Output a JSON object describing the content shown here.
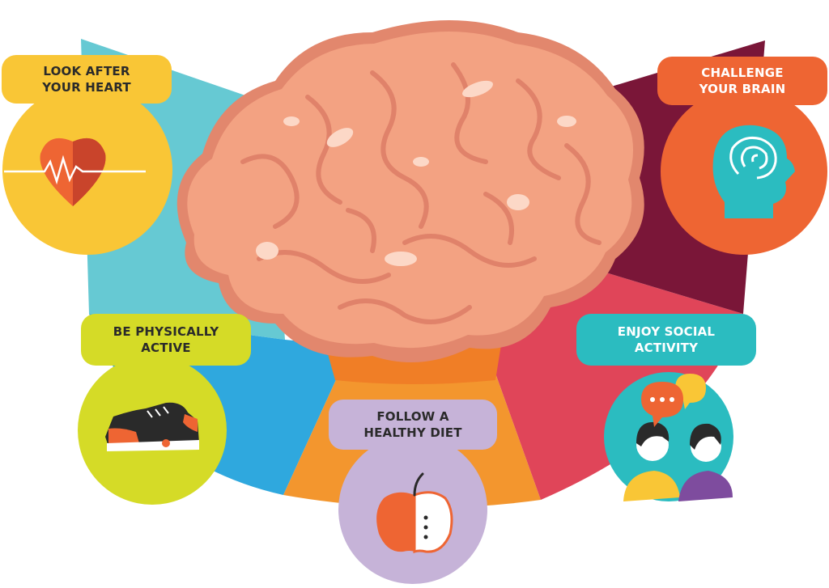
{
  "colors": {
    "segment_heart": "#66C9D3",
    "segment_active": "#2FA8DE",
    "segment_diet": "#F3962E",
    "segment_social": "#E04559",
    "segment_brain": "#7A1638",
    "brain_fill": "#F3A282",
    "heart_circle": "#F9C636",
    "active_circle": "#D5DB27",
    "diet_circle": "#C6B3D8",
    "social_circle": "#2BBCC0",
    "brain_circle": "#EE6533"
  },
  "sections": {
    "heart": {
      "line1": "LOOK AFTER",
      "line2": "YOUR HEART",
      "icon": "heart-pulse-icon"
    },
    "brain": {
      "line1": "CHALLENGE",
      "line2": "YOUR BRAIN",
      "icon": "head-maze-icon"
    },
    "active": {
      "line1": "BE PHYSICALLY",
      "line2": "ACTIVE",
      "icon": "sneaker-icon"
    },
    "social": {
      "line1": "ENJOY SOCIAL",
      "line2": "ACTIVITY",
      "icon": "people-chat-icon"
    },
    "diet": {
      "line1": "FOLLOW A",
      "line2": "HEALTHY DIET",
      "icon": "apple-icon"
    }
  }
}
